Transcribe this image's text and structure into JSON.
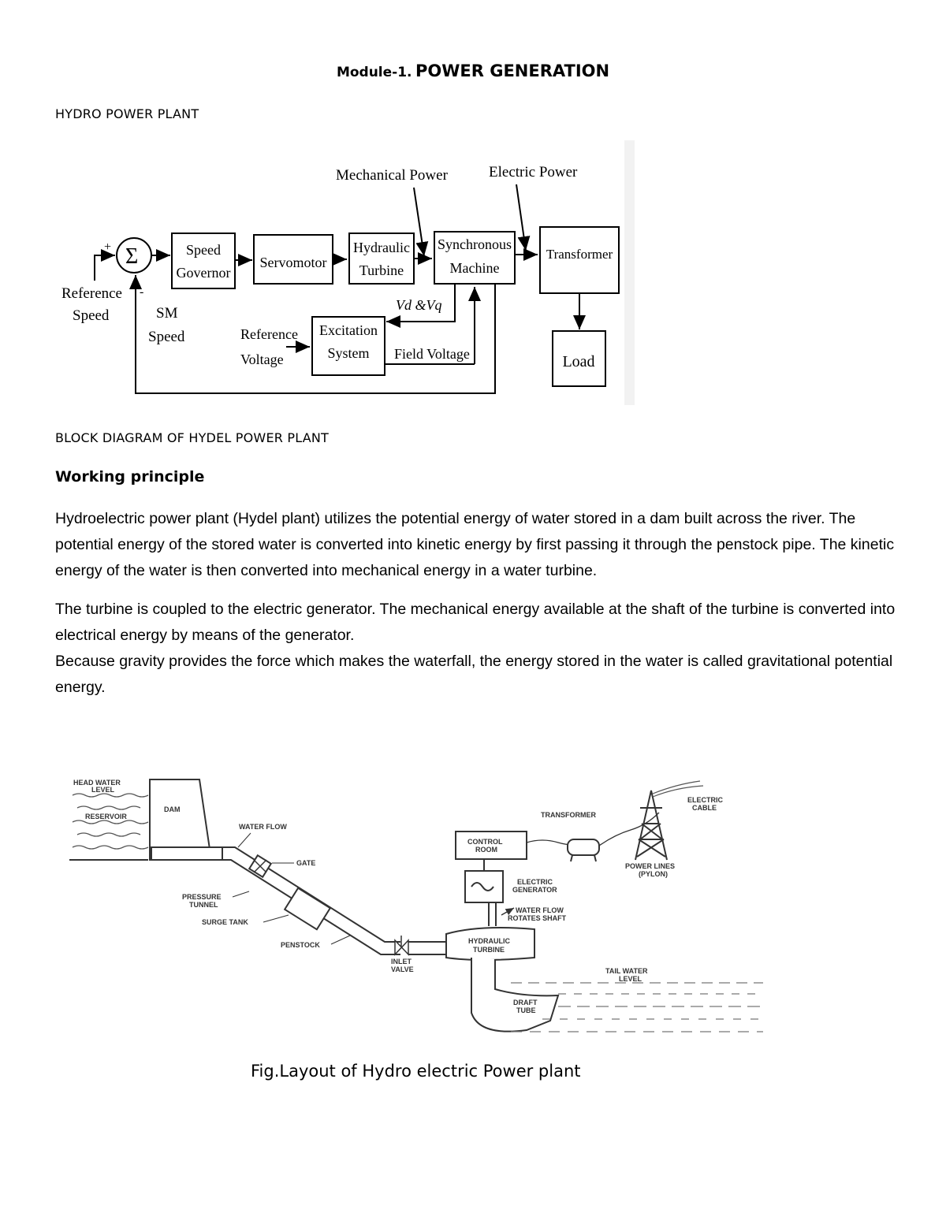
{
  "header": {
    "module_prefix": "Module-1.",
    "module_title": "POWER GENERATION",
    "section_title": "HYDRO POWER PLANT"
  },
  "block_diagram": {
    "caption": "BLOCK DIAGRAM OF HYDEL POWER PLANT",
    "labels": {
      "mechanical_power": "Mechanical Power",
      "electric_power": "Electric Power",
      "plus": "+",
      "minus": "-",
      "sigma": "Σ",
      "reference_speed_1": "Reference",
      "reference_speed_2": "Speed",
      "sm_speed_1": "SM",
      "sm_speed_2": "Speed",
      "speed_governor_1": "Speed",
      "speed_governor_2": "Governor",
      "servomotor": "Servomotor",
      "hydraulic_turbine_1": "Hydraulic",
      "hydraulic_turbine_2": "Turbine",
      "synchronous_machine_1": "Synchronous",
      "synchronous_machine_2": "Machine",
      "transformer": "Transformer",
      "load": "Load",
      "reference_voltage_1": "Reference",
      "reference_voltage_2": "Voltage",
      "excitation_system_1": "Excitation",
      "excitation_system_2": "System",
      "field_voltage": "Field Voltage",
      "vd_vq": "Vd &Vq"
    }
  },
  "working": {
    "heading": "Working principle",
    "paragraphs": [
      "Hydroelectric power plant (Hydel plant) utilizes the potential energy of water stored in a dam built across the river. The potential energy of the stored water is converted into kinetic energy by first passing it through the penstock pipe. The kinetic energy of the water is then converted into mechanical energy in a water turbine.",
      "The turbine is coupled to the electric generator. The mechanical energy available at the shaft of the turbine is converted into electrical energy by means of the generator.",
      "Because gravity provides the force which makes the waterfall, the energy stored in the water is called gravitational potential energy."
    ]
  },
  "layout_figure": {
    "caption": "Fig.Layout of Hydro electric Power plant",
    "labels": {
      "head_water_1": "HEAD WATER",
      "head_water_2": "LEVEL",
      "reservoir": "RESERVOIR",
      "dam": "DAM",
      "water_flow": "WATER FLOW",
      "gate": "GATE",
      "pressure_tunnel_1": "PRESSURE",
      "pressure_tunnel_2": "TUNNEL",
      "surge_tank": "SURGE TANK",
      "penstock": "PENSTOCK",
      "inlet_valve_1": "INLET",
      "inlet_valve_2": "VALVE",
      "control_room_1": "CONTROL",
      "control_room_2": "ROOM",
      "transformer": "TRANSFORMER",
      "electric_cable_1": "ELECTRIC",
      "electric_cable_2": "CABLE",
      "power_lines_1": "POWER LINES",
      "power_lines_2": "(PYLON)",
      "electric_generator_1": "ELECTRIC",
      "electric_generator_2": "GENERATOR",
      "water_flow_shaft_1": "WATER FLOW",
      "water_flow_shaft_2": "ROTATES SHAFT",
      "hydraulic_turbine_1": "HYDRAULIC",
      "hydraulic_turbine_2": "TURBINE",
      "tail_water_1": "TAIL WATER",
      "tail_water_2": "LEVEL",
      "draft_tube_1": "DRAFT",
      "draft_tube_2": "TUBE"
    }
  }
}
